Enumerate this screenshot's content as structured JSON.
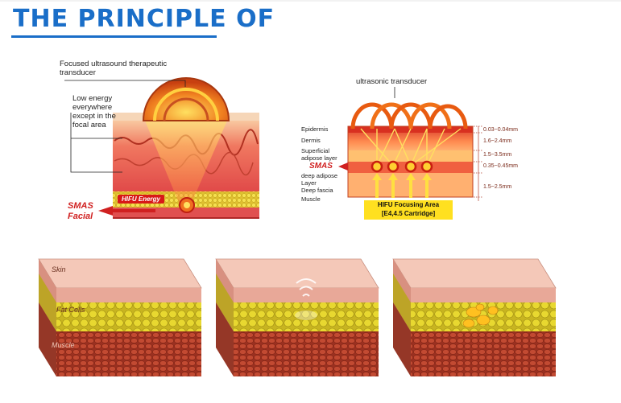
{
  "title": "THE PRINCIPLE OF",
  "left_diagram": {
    "transducer_label": "Focused ultrasound therapeutic transducer",
    "energy_label": "Low energy everywhere except in the focal area",
    "badge": "HIFU Energy",
    "smas_label": "SMAS Facial"
  },
  "right_diagram": {
    "transducer_label": "ultrasonic transducer",
    "layers": [
      "Epidermis",
      "Dermis",
      "Superficial adipose layer",
      "SMAS",
      "deep adipose Layer",
      "Deep fascia",
      "Muscle"
    ],
    "measurements": [
      "0.03~0.04mm",
      "1.6~2.4mm",
      "1.5~3.5mm",
      "0.35~0.45mm",
      "1.5~2.5mm"
    ],
    "focus_box_line1": "HIFU Focusing Area",
    "focus_box_line2": "[E4,4.5 Cartridge]"
  },
  "tiles": {
    "skin_label": "Skin",
    "fat_label": "Fat Cells",
    "muscle_label": "Muscle"
  },
  "colors": {
    "title_blue": "#1a6ec8",
    "accent_red": "#d02020",
    "fat_yellow": "#d8c818",
    "skin_pink": "#f2b8a8",
    "muscle_red": "#b0402a",
    "focus_box_yellow": "#ffe020"
  }
}
